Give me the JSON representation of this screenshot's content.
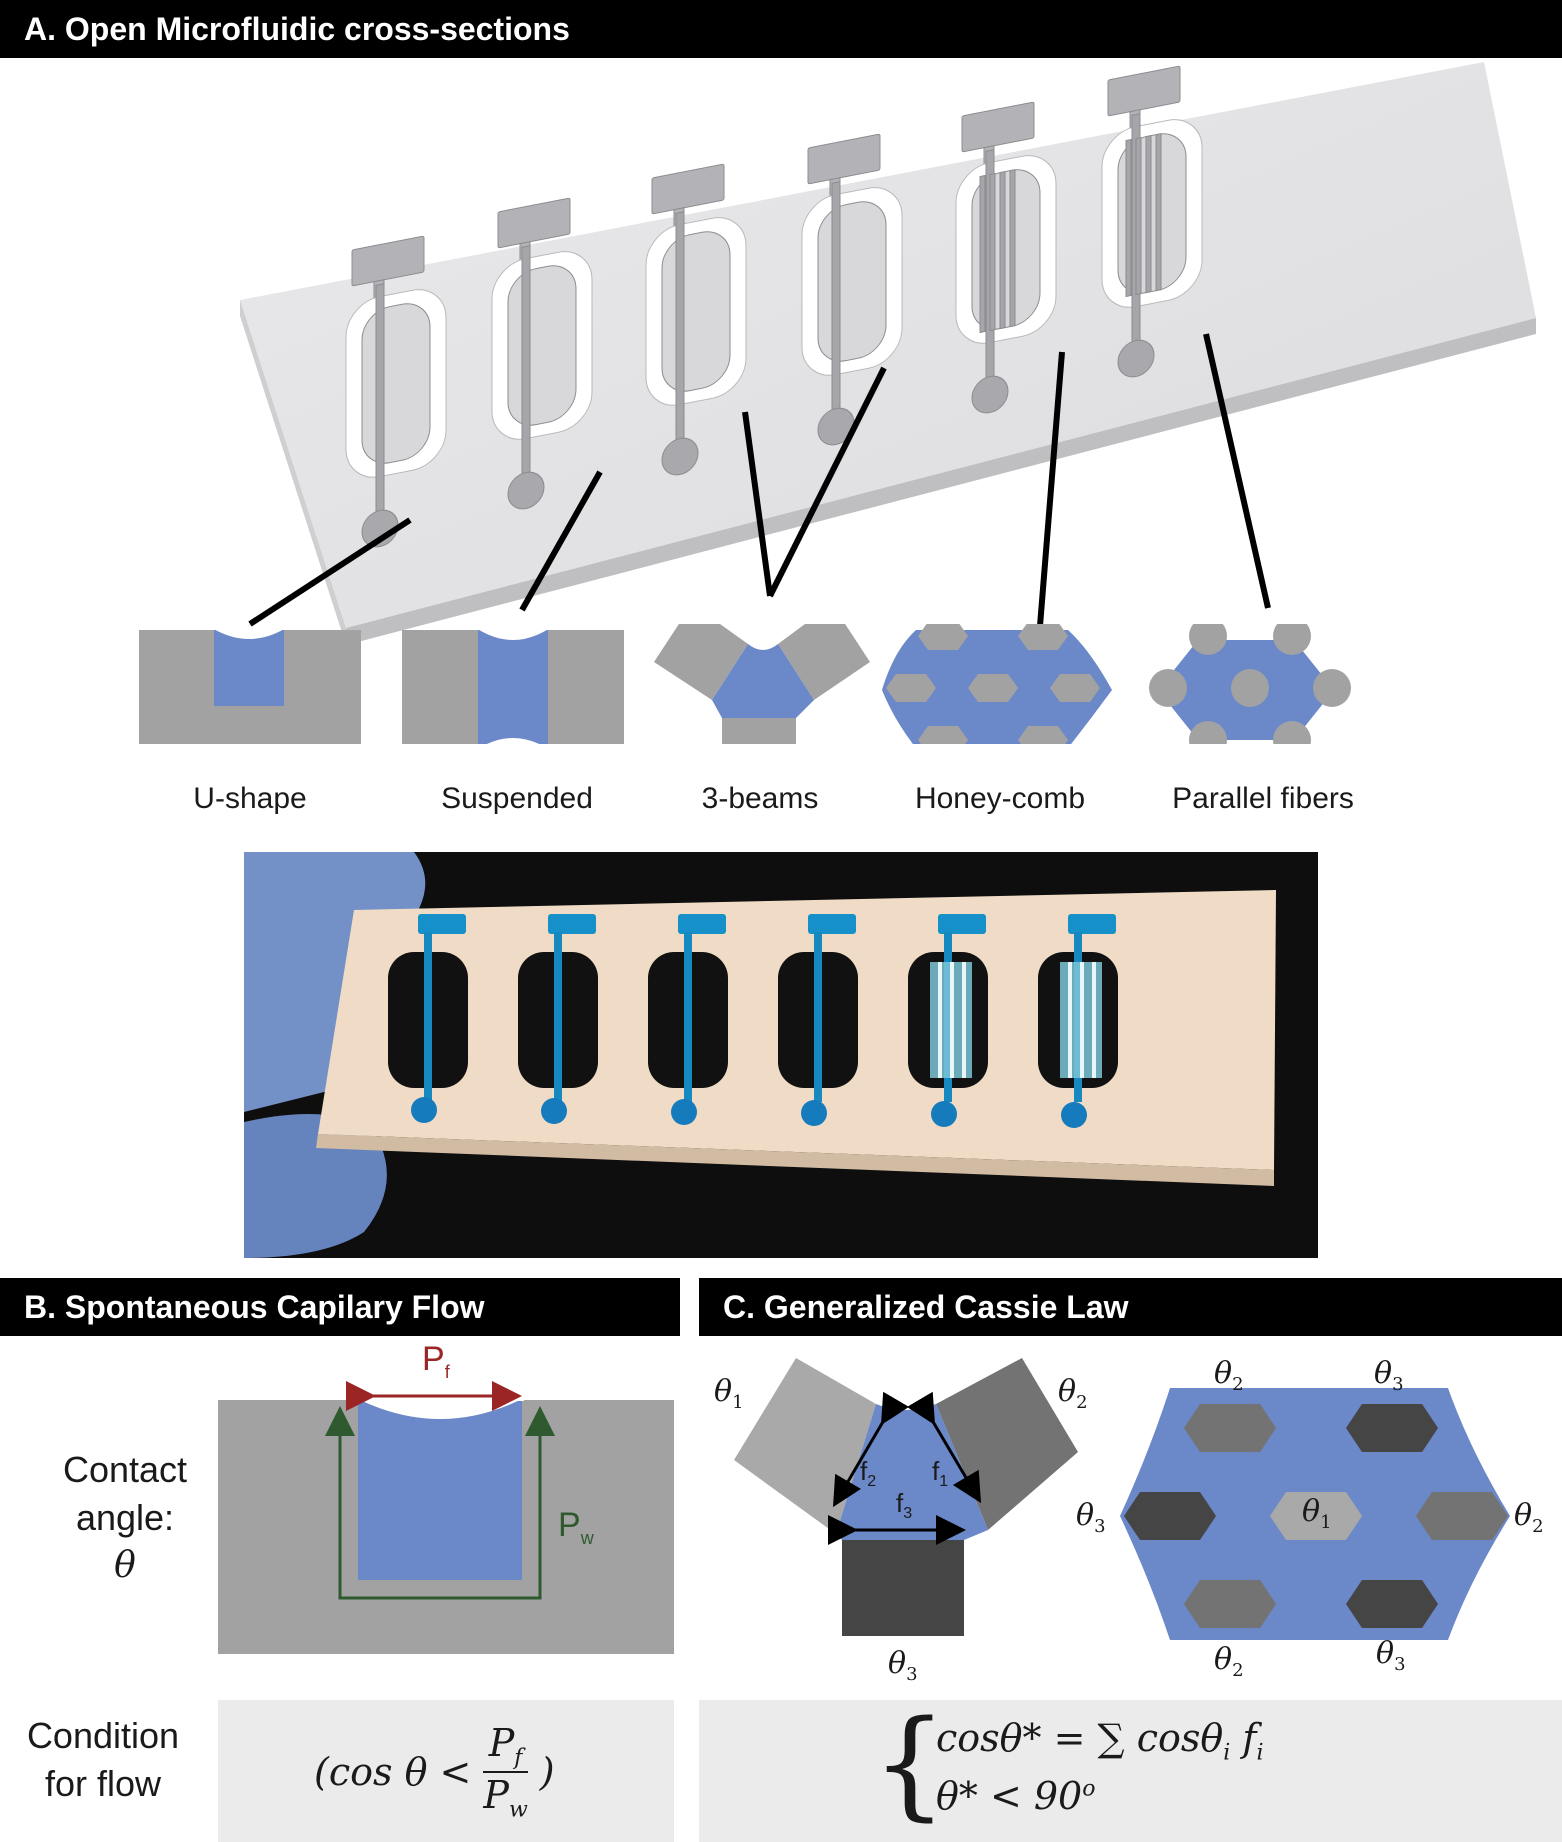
{
  "panel_a": {
    "title": "A. Open Microfluidic cross-sections",
    "cross_sections": [
      {
        "label": "U-shape"
      },
      {
        "label": "Suspended"
      },
      {
        "label": "3-beams"
      },
      {
        "label": "Honey-comb"
      },
      {
        "label": "Parallel fibers"
      }
    ]
  },
  "panel_b": {
    "title": "B. Spontaneous Capilary Flow",
    "contact_angle_line1": "Contact",
    "contact_angle_line2": "angle:",
    "contact_angle_symbol": "θ",
    "pf_main": "P",
    "pf_sub": "f",
    "pw_main": "P",
    "pw_sub": "w",
    "condition_line1": "Condition",
    "condition_line2": "for flow",
    "formula_left": "(cos θ <",
    "formula_num": "P",
    "formula_num_sub": "f",
    "formula_den": "P",
    "formula_den_sub": "w",
    "formula_right": ")"
  },
  "panel_c": {
    "title": "C. Generalized Cassie Law",
    "theta": "θ",
    "sub1": "1",
    "sub2": "2",
    "sub3": "3",
    "f": "f",
    "eq1": "cosθ* = ∑ cosθ",
    "eq1_sub": "i",
    "eq1_tail": " f",
    "eq1_tail_sub": "i",
    "eq2": "θ*  <  90",
    "eq2_sup": "o"
  },
  "colors": {
    "liquid": "#6b88c8",
    "solid": "#a2a2a2",
    "flow_red": "#9b2424",
    "flow_green": "#2f5a2f",
    "dark_gray": "#454545",
    "mid_gray": "#737373"
  }
}
